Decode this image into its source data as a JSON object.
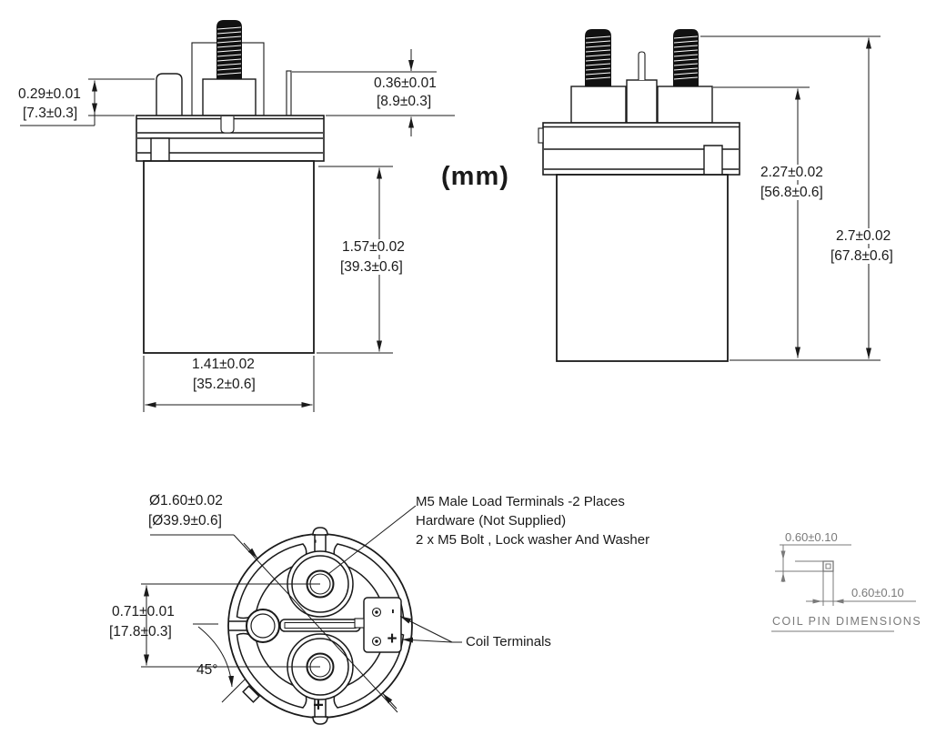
{
  "document": {
    "units_note": "(mm)"
  },
  "front_view": {
    "pin_height_in": "0.29±0.01",
    "pin_height_mm": "[7.3±0.3]",
    "blade_height_in": "0.36±0.01",
    "blade_height_mm": "[8.9±0.3]",
    "body_height_in": "1.57±0.02",
    "body_height_mm": "[39.3±0.6]",
    "body_width_in": "1.41±0.02",
    "body_width_mm": "[35.2±0.6]"
  },
  "side_view": {
    "flange_height_in": "2.27±0.02",
    "flange_height_mm": "[56.8±0.6]",
    "overall_height_in": "2.7±0.02",
    "overall_height_mm": "[67.8±0.6]"
  },
  "bottom_view": {
    "diameter_in": "Ø1.60±0.02",
    "diameter_mm": "[Ø39.9±0.6]",
    "terminal_spacing_in": "0.71±0.01",
    "terminal_spacing_mm": "[17.8±0.3]",
    "tab_angle": "45°",
    "load_terminal_note_line1": "M5 Male Load Terminals -2 Places",
    "load_terminal_note_line2": "Hardware (Not Supplied)",
    "load_terminal_note_line3": "2 x M5 Bolt , Lock washer And Washer",
    "coil_terminal_label": "Coil Terminals",
    "positive_mark": "+",
    "negative_mark": "-"
  },
  "coil_pin_detail": {
    "pin_height": "0.60±0.10",
    "pin_width": "0.60±0.10",
    "title": "COIL PIN DIMENSIONS"
  },
  "colors": {
    "line": "#1a1a1a",
    "detail_gray": "#7a7a7a"
  }
}
